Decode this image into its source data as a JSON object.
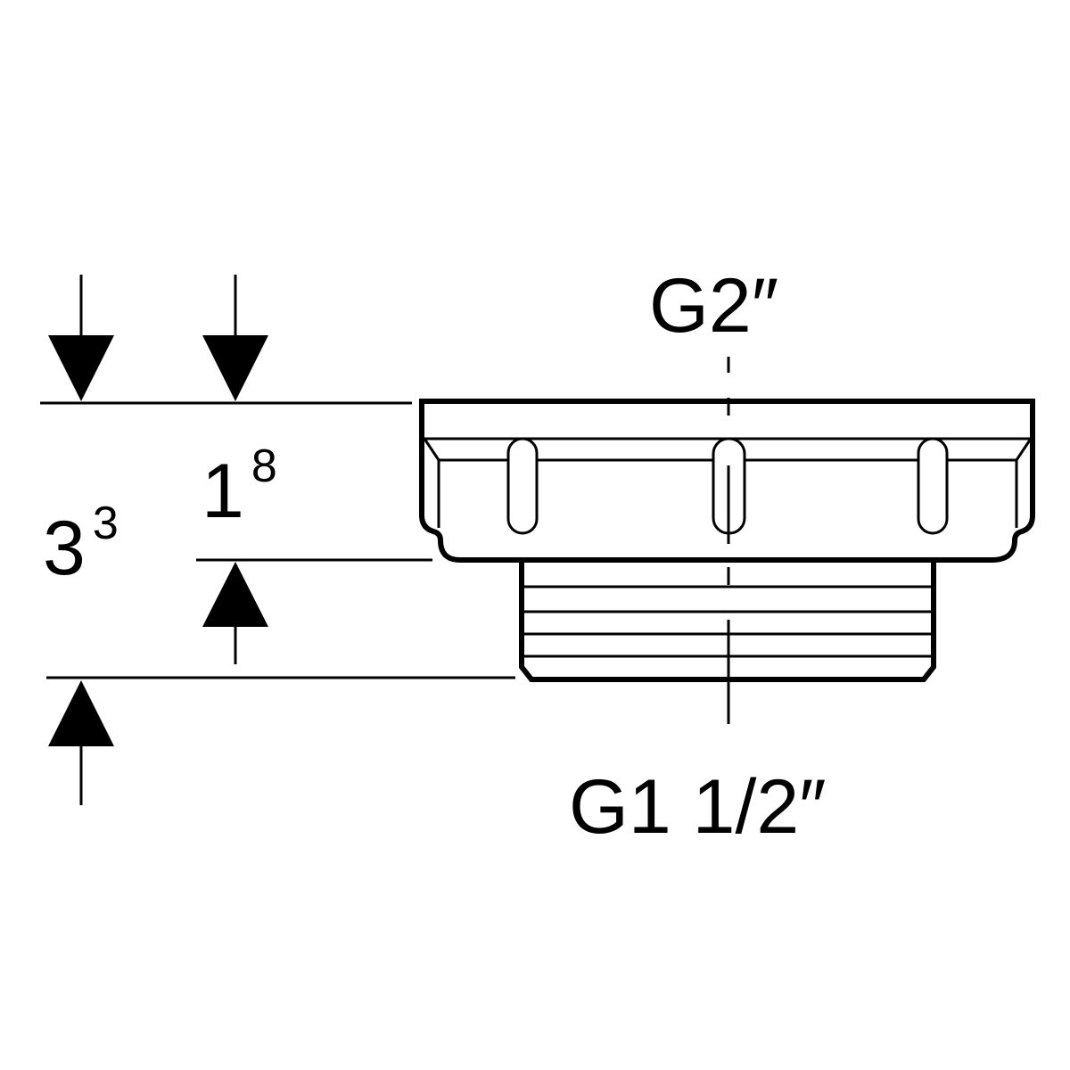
{
  "labels": {
    "top_thread": "G2″",
    "bottom_thread": "G1 1/2″",
    "overall_height": {
      "base": "3",
      "sup": "3"
    },
    "nut_height": {
      "base": "1",
      "sup": "8"
    }
  },
  "colors": {
    "line": "#000000",
    "background": "#ffffff"
  }
}
